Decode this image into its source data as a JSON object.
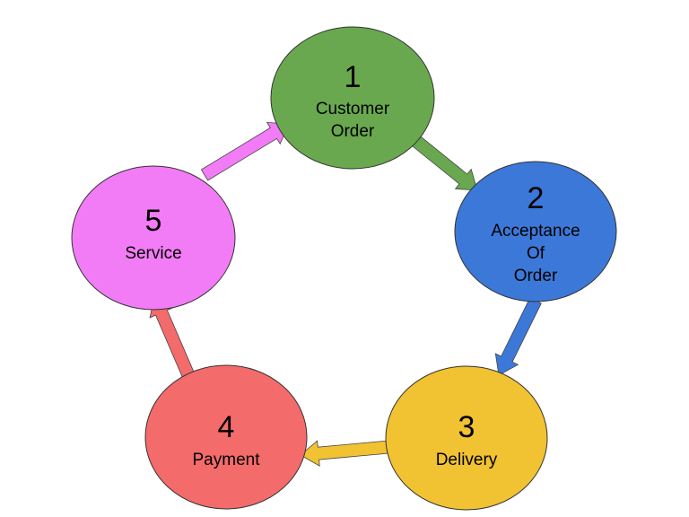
{
  "diagram": {
    "type": "cycle",
    "nodes": [
      {
        "number": "1",
        "lines": [
          "Customer",
          "Order"
        ],
        "color": "#6aa84f"
      },
      {
        "number": "2",
        "lines": [
          "Acceptance",
          "Of",
          "Order"
        ],
        "color": "#3c78d8"
      },
      {
        "number": "3",
        "lines": [
          "Delivery"
        ],
        "color": "#f1c232"
      },
      {
        "number": "4",
        "lines": [
          "Payment"
        ],
        "color": "#f46b6b"
      },
      {
        "number": "5",
        "lines": [
          "Service"
        ],
        "color": "#f27cf5"
      }
    ],
    "edges": [
      {
        "from": "1",
        "to": "2",
        "color": "#6aa84f"
      },
      {
        "from": "2",
        "to": "3",
        "color": "#3c78d8"
      },
      {
        "from": "3",
        "to": "4",
        "color": "#f1c232"
      },
      {
        "from": "4",
        "to": "5",
        "color": "#f46b6b"
      },
      {
        "from": "5",
        "to": "1",
        "color": "#f27cf5"
      }
    ]
  }
}
